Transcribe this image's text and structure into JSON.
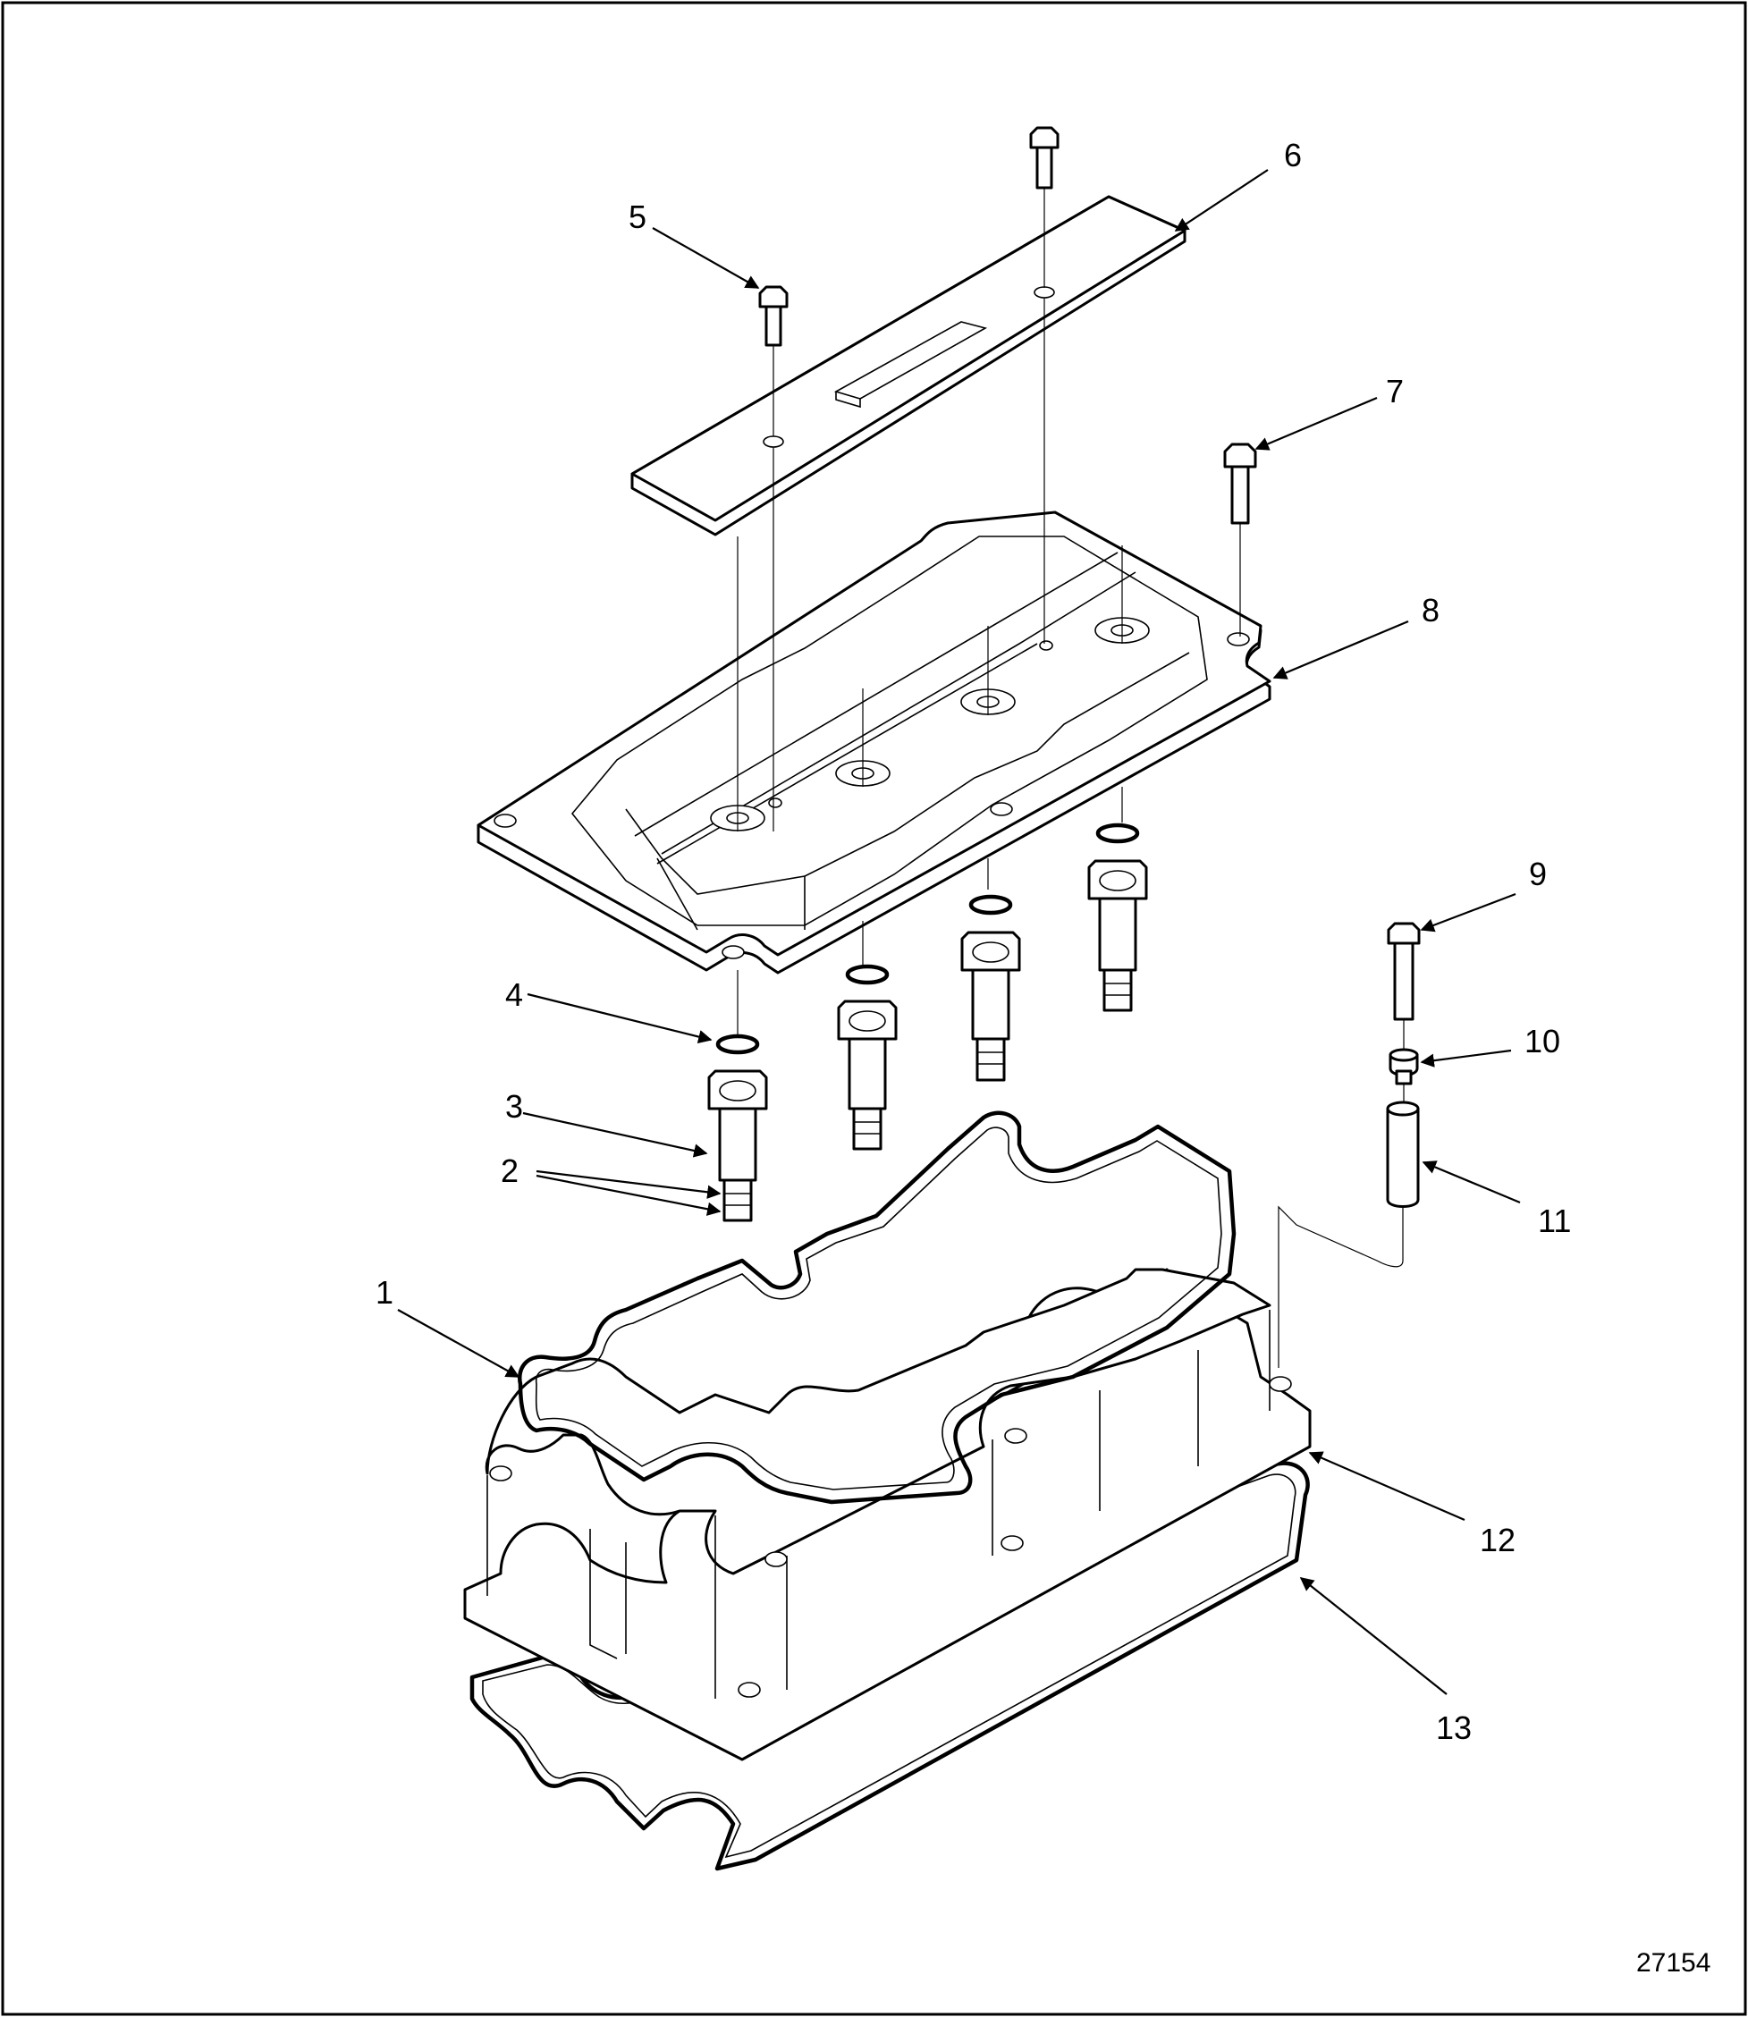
{
  "figure": {
    "figure_number": "27154",
    "callouts": [
      {
        "id": "1",
        "label": "1"
      },
      {
        "id": "2",
        "label": "2"
      },
      {
        "id": "3",
        "label": "3"
      },
      {
        "id": "4",
        "label": "4"
      },
      {
        "id": "5",
        "label": "5"
      },
      {
        "id": "6",
        "label": "6"
      },
      {
        "id": "7",
        "label": "7"
      },
      {
        "id": "8",
        "label": "8"
      },
      {
        "id": "9",
        "label": "9"
      },
      {
        "id": "10",
        "label": "10"
      },
      {
        "id": "11",
        "label": "11"
      },
      {
        "id": "12",
        "label": "12"
      },
      {
        "id": "13",
        "label": "13"
      }
    ]
  }
}
